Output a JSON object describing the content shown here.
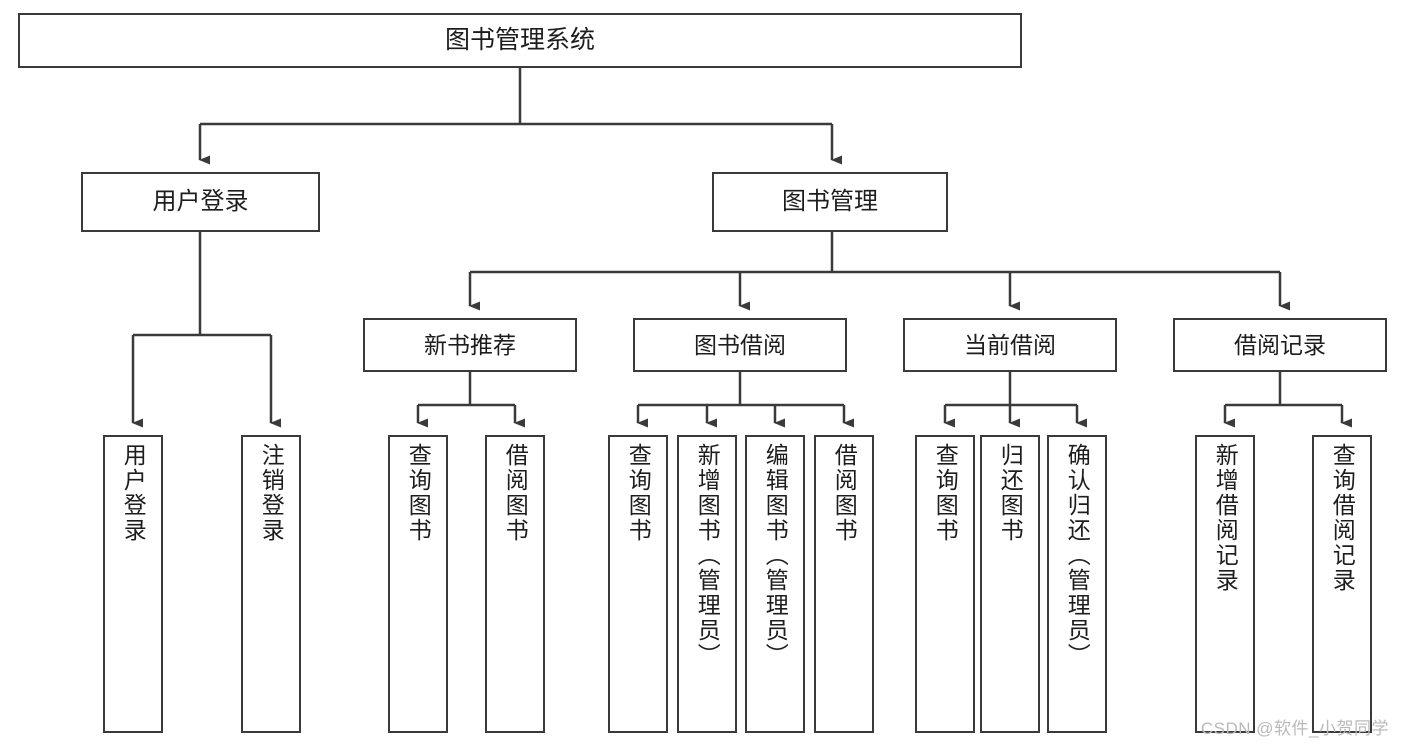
{
  "diagram": {
    "title": "图书管理系统",
    "type": "hierarchy-tree",
    "root": {
      "label": "图书管理系统"
    },
    "level2": [
      {
        "label": "用户登录"
      },
      {
        "label": "图书管理"
      }
    ],
    "level3": [
      {
        "label": "新书推荐"
      },
      {
        "label": "图书借阅"
      },
      {
        "label": "当前借阅"
      },
      {
        "label": "借阅记录"
      }
    ],
    "leaves": {
      "user_login": [
        {
          "label": "用户登录"
        },
        {
          "label": "注销登录"
        }
      ],
      "new_book_recommend": [
        {
          "label": "查询图书"
        },
        {
          "label": "借阅图书"
        }
      ],
      "book_borrow": [
        {
          "label": "查询图书"
        },
        {
          "label": "新增图书（管理员）"
        },
        {
          "label": "编辑图书（管理员）"
        },
        {
          "label": "借阅图书"
        }
      ],
      "current_borrow": [
        {
          "label": "查询图书"
        },
        {
          "label": "归还图书"
        },
        {
          "label": "确认归还（管理员）"
        }
      ],
      "borrow_record": [
        {
          "label": "新增借阅记录"
        },
        {
          "label": "查询借阅记录"
        }
      ]
    }
  },
  "watermark": {
    "text": "CSDN @软件_小贺同学"
  },
  "colors": {
    "box_border": "#3a3a3a",
    "box_fill": "#ffffff",
    "text": "#1d1d1d",
    "watermark": "#b9b9b9"
  }
}
